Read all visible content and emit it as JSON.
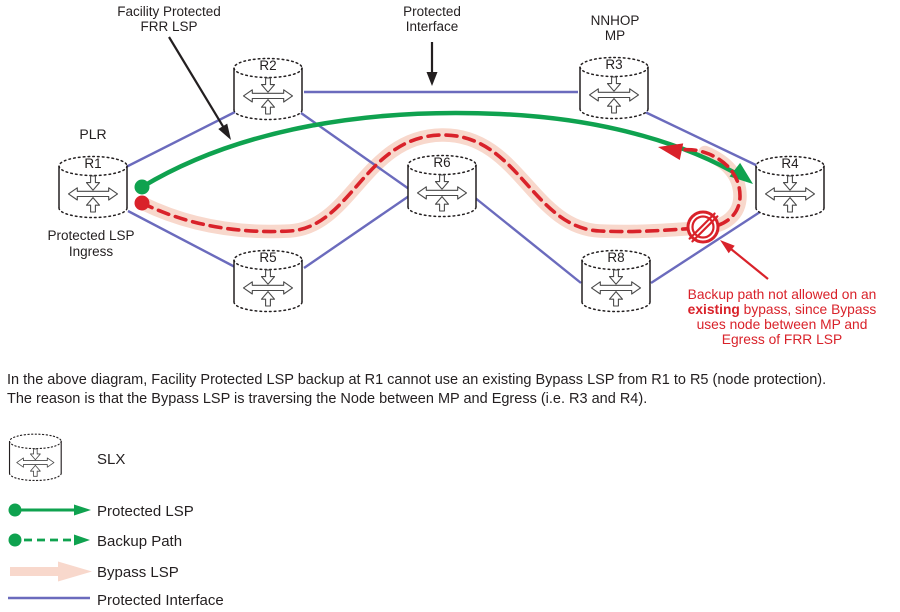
{
  "colors": {
    "green": "#0FA24F",
    "red": "#D9222A",
    "blue": "#6B6BBD",
    "pink_band": "#F8D8CC",
    "ink": "#231F20"
  },
  "diagram": {
    "labels": {
      "facility_line1": "Facility Protected",
      "facility_line2": "FRR LSP",
      "interface_line1": "Protected",
      "interface_line2": "Interface",
      "nnhop_line1": "NNHOP",
      "nnhop_line2": "MP",
      "plr": "PLR",
      "ingress_line1": "Protected LSP",
      "ingress_line2": "Ingress"
    },
    "routers": [
      {
        "name": "R1"
      },
      {
        "name": "R2"
      },
      {
        "name": "R3"
      },
      {
        "name": "R4"
      },
      {
        "name": "R5"
      },
      {
        "name": "R6"
      },
      {
        "name": "R8"
      }
    ],
    "annotation": {
      "line1": "Backup path not allowed on an",
      "line2_bold": "existing",
      "line2_rest": " bypass, since Bypass",
      "line3": "uses node between MP and",
      "line4": "Egress of FRR LSP"
    }
  },
  "caption": {
    "line1": "In the above diagram, Facility Protected LSP backup at R1 cannot use an existing Bypass LSP from R1 to R5 (node protection).",
    "line2": "The reason is that the Bypass LSP is traversing the Node between MP and Egress (i.e. R3 and R4)."
  },
  "legend": {
    "slx": "SLX",
    "protected_lsp": "Protected LSP",
    "backup_path": "Backup Path",
    "bypass_lsp": "Bypass LSP",
    "protected_interface": "Protected Interface"
  }
}
